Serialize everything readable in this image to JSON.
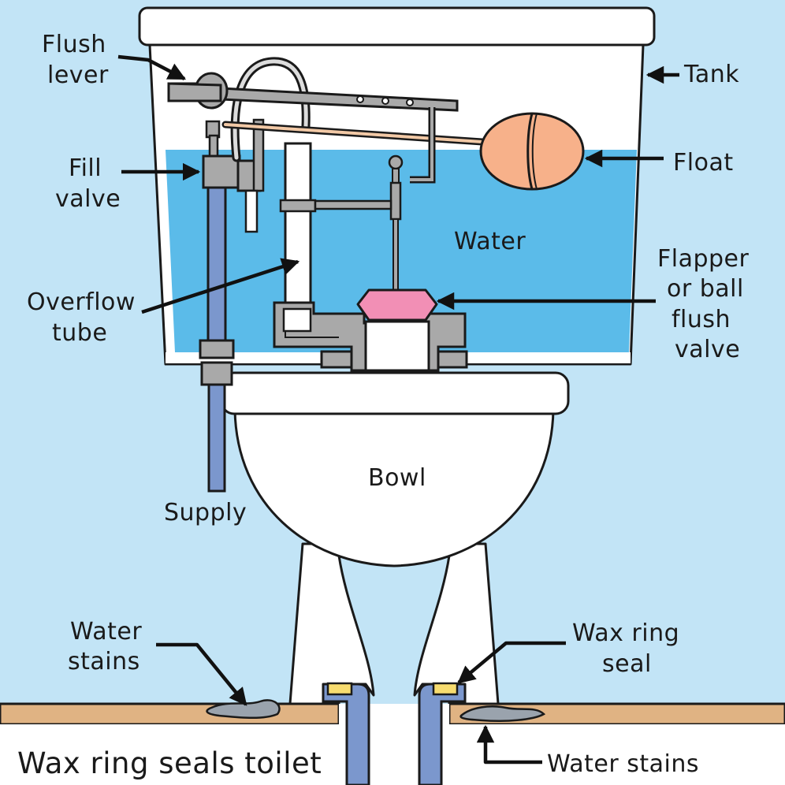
{
  "labels": {
    "flush_lever": [
      "Flush",
      "lever"
    ],
    "tank": "Tank",
    "fill_valve": [
      "Fill",
      "valve"
    ],
    "float": "Float",
    "water": "Water",
    "flapper": [
      "Flapper",
      "or ball",
      "flush",
      "valve"
    ],
    "overflow_tube": [
      "Overflow",
      "tube"
    ],
    "bowl": "Bowl",
    "supply": "Supply",
    "water_stains_left": [
      "Water",
      "stains"
    ],
    "wax_ring_seal": [
      "Wax ring",
      "seal"
    ],
    "water_stains_right": "Water stains",
    "caption": "Wax ring seals toilet"
  },
  "colors": {
    "background": "#c2e4f6",
    "water": "#5bbbe9",
    "porcelain": "#ffffff",
    "hardware": "#a9a9a9",
    "float": "#f7b18a",
    "flapper": "#f28fb5",
    "supply_pipe": "#7b97cd",
    "floor": "#e0b383",
    "wax_ring": "#f7dc6f",
    "stain": "#9aa3ad"
  }
}
